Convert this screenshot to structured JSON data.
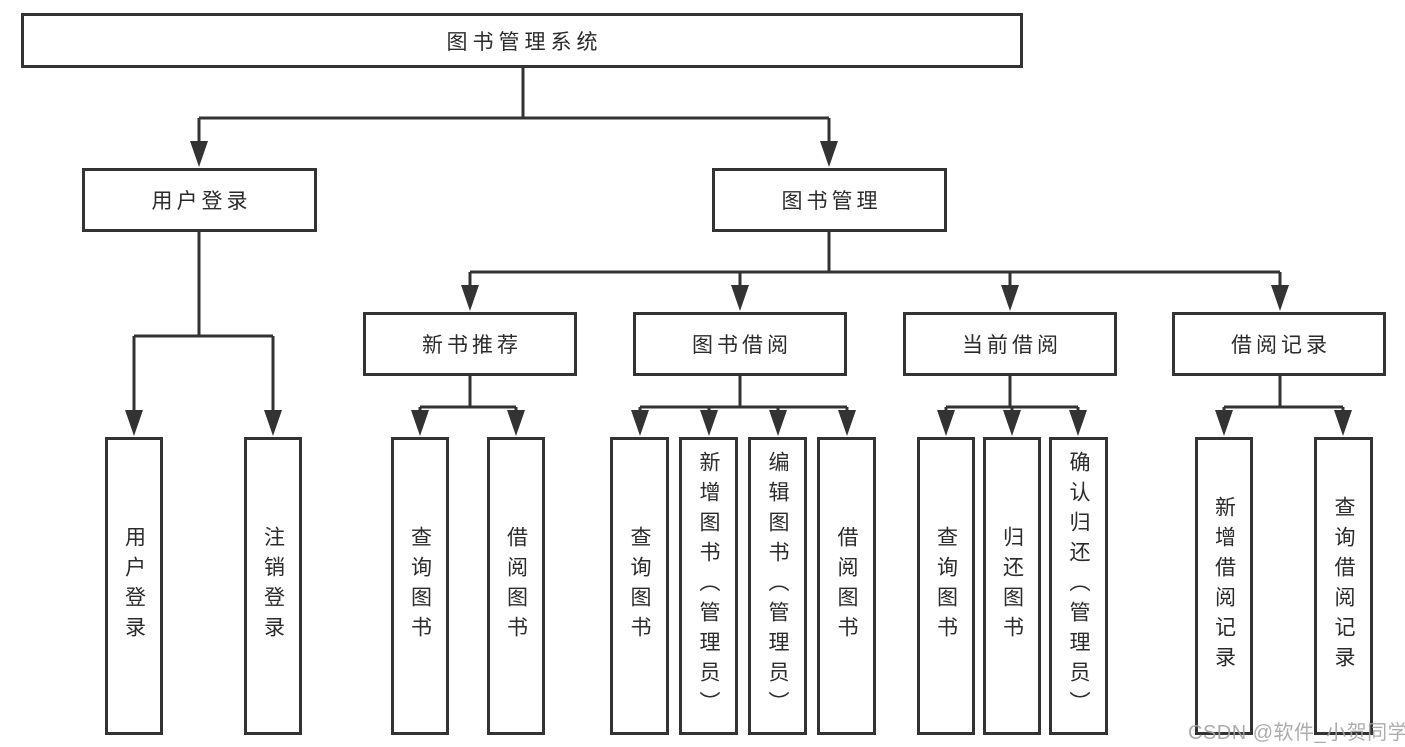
{
  "watermark": {
    "text": "CSDN @软件_小贺同学",
    "color": "#a4a4a4"
  },
  "colors": {
    "line": "#333333",
    "box_border": "#333333",
    "box_fill": "#ffffff",
    "text": "#2b2b2b",
    "background": "#ffffff"
  },
  "tree": {
    "root": {
      "label": "图书管理系统",
      "children": [
        {
          "label": "用户登录",
          "children": [
            {
              "label": "用户登录"
            },
            {
              "label": "注销登录"
            }
          ]
        },
        {
          "label": "图书管理",
          "children": [
            {
              "label": "新书推荐",
              "children": [
                {
                  "label": "查询图书"
                },
                {
                  "label": "借阅图书"
                }
              ]
            },
            {
              "label": "图书借阅",
              "children": [
                {
                  "label": "查询图书"
                },
                {
                  "label": "新增图书（管理员）"
                },
                {
                  "label": "编辑图书（管理员）"
                },
                {
                  "label": "借阅图书"
                }
              ]
            },
            {
              "label": "当前借阅",
              "children": [
                {
                  "label": "查询图书"
                },
                {
                  "label": "归还图书"
                },
                {
                  "label": "确认归还（管理员）"
                }
              ]
            },
            {
              "label": "借阅记录",
              "children": [
                {
                  "label": "新增借阅记录"
                },
                {
                  "label": "查询借阅记录"
                }
              ]
            }
          ]
        }
      ]
    }
  }
}
